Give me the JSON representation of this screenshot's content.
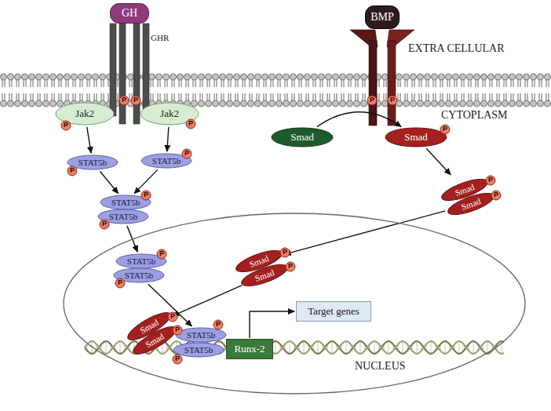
{
  "diagram": {
    "nodes": [
      {
        "text": [
          "GH"
        ]
      },
      {
        "text": [
          "Jak2"
        ]
      },
      {
        "text": [
          "P"
        ]
      },
      {
        "text": [
          "P"
        ]
      },
      {
        "text": [
          "Jak2"
        ]
      },
      {
        "text": [
          "P"
        ]
      },
      {
        "text": [
          "P"
        ]
      },
      {
        "text": [
          "BMP"
        ]
      },
      {
        "text": [
          "P"
        ]
      },
      {
        "text": [
          "P"
        ]
      },
      {
        "text": [
          "Smad"
        ]
      },
      {
        "text": [
          "Smad"
        ]
      },
      {
        "text": [
          "P"
        ]
      },
      {
        "text": [
          "STAT5b"
        ]
      },
      {
        "text": [
          "P"
        ]
      },
      {
        "text": [
          "STAT5b"
        ]
      },
      {
        "text": [
          "P"
        ]
      },
      {
        "text": [
          "STAT5b"
        ]
      },
      {
        "text": [
          "P"
        ]
      },
      {
        "text": [
          "STAT5b"
        ]
      },
      {
        "text": [
          "P"
        ]
      },
      {
        "text": [
          "Smad"
        ]
      },
      {
        "text": [
          "Smad"
        ]
      },
      {
        "text": [
          "P"
        ]
      },
      {
        "text": [
          "P"
        ]
      },
      {
        "text": [
          "NUCLEUS"
        ]
      },
      {
        "text": [
          "STAT5b"
        ],
        "in": 25
      },
      {
        "text": [
          "P"
        ],
        "in": 25
      },
      {
        "text": [
          "STAT5b"
        ],
        "in": 25
      },
      {
        "text": [
          "P"
        ],
        "in": 25
      },
      {
        "text": [
          "Smad"
        ],
        "in": 25
      },
      {
        "text": [
          "Smad"
        ],
        "in": 25
      },
      {
        "text": [
          "P"
        ],
        "in": 25
      },
      {
        "text": [
          "P"
        ],
        "in": 25
      },
      {
        "text": [
          "Smad"
        ],
        "in": 25
      },
      {
        "text": [
          "Smad"
        ],
        "in": 25
      },
      {
        "text": [
          "P"
        ],
        "in": 25
      },
      {
        "text": [
          "P"
        ],
        "in": 25
      },
      {
        "text": [
          "STAT5b"
        ],
        "in": 25
      },
      {
        "text": [
          "P"
        ],
        "in": 25
      },
      {
        "text": [
          "STAT5b"
        ],
        "in": 25
      },
      {
        "text": [
          "P"
        ],
        "in": 25
      },
      {
        "text": [
          "Runx-2"
        ],
        "in": 25
      },
      {
        "text": [
          "Target genes"
        ],
        "in": 25
      }
    ],
    "edges": [
      {
        "from": 1,
        "to": 13,
        "arrow": "to"
      },
      {
        "from": 4,
        "to": 15,
        "arrow": "to"
      },
      {
        "from": 13,
        "to": 17,
        "arrow": "to"
      },
      {
        "from": 15,
        "to": 17,
        "arrow": "to"
      },
      {
        "from": 19,
        "to": 26,
        "arrow": "to"
      },
      {
        "from": 28,
        "to": 38,
        "arrow": "to"
      },
      {
        "from": 10,
        "to": 11,
        "arrow": "to"
      },
      {
        "from": 11,
        "to": 21,
        "arrow": "to"
      },
      {
        "from": 22,
        "to": 30,
        "arrow": "to"
      },
      {
        "from": 31,
        "to": 34,
        "arrow": "to"
      },
      {
        "from": 42,
        "to": 43,
        "arrow": "to"
      }
    ],
    "labels": [
      "GHR",
      "EXTRA CELLULAR",
      "CYTOPLASM"
    ]
  }
}
